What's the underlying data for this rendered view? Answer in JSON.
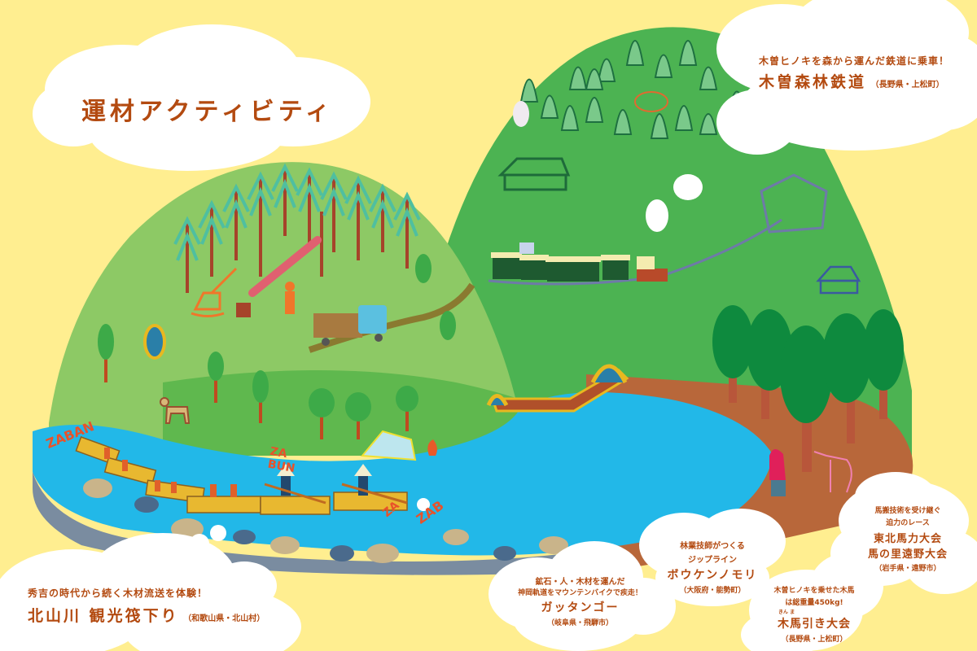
{
  "title": "運材アクティビティ",
  "colors": {
    "background": "#FFEE90",
    "text": "#B34A10",
    "mountain_left": "#8DC965",
    "mountain_right": "#4CB352",
    "river": "#22B8E8",
    "riverbank": "#B8673A",
    "cloud": "#FFFFFF"
  },
  "callouts": {
    "kiso_railway": {
      "subtitle": "木曽ヒノキを森から運んだ鉄道に乗車！",
      "name": "木曽森林鉄道",
      "location": "（長野県・上松町）"
    },
    "kitayama_raft": {
      "subtitle": "秀吉の時代から続く木材流送を体験！",
      "name": "北山川 観光筏下り",
      "location": "（和歌山県・北山村）"
    },
    "gattan_go": {
      "subtitle_1": "鉱石・人・木材を運んだ",
      "subtitle_2": "神岡軌道をマウンテンバイクで疾走！",
      "name": "ガッタンゴー",
      "location": "（岐阜県・飛騨市）"
    },
    "bouken_no_mori": {
      "subtitle_1": "林業技師がつくる",
      "subtitle_2": "ジップライン",
      "name": "ボウケンノモリ",
      "location": "（大阪府・能勢町）"
    },
    "kinma": {
      "subtitle_1": "木曽ヒノキを乗せた木馬",
      "subtitle_2": "は総重量450kg!",
      "ruby": "きん ま",
      "name": "木馬引き大会",
      "location": "（長野県・上松町）"
    },
    "tohoku_bariki": {
      "subtitle_1": "馬搬技術を受け継ぐ",
      "subtitle_2": "迫力のレース",
      "name_1": "東北馬力大会",
      "name_2": "馬の里遠野大会",
      "location": "（岩手県・遠野市）"
    }
  },
  "onomatopoeia": {
    "zaban": "ZABAN",
    "zabun": "ZA BUN",
    "zab": "ZAB",
    "za": "ZA"
  }
}
